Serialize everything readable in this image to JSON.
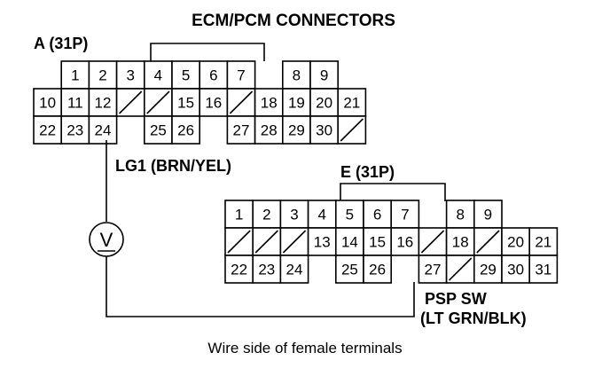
{
  "title": "ECM/PCM CONNECTORS",
  "caption": "Wire side of female terminals",
  "meter_symbol": "V",
  "connector_a": {
    "label": "A (31P)",
    "wire_label": "LG1 (BRN/YEL)",
    "rows": [
      [
        "1",
        "2",
        "3",
        "4",
        "5",
        "6",
        "7",
        null,
        "8",
        "9"
      ],
      [
        "10",
        "11",
        "12",
        "/",
        "/",
        "15",
        "16",
        "/",
        "18",
        "19",
        "20",
        "21"
      ],
      [
        "22",
        "23",
        "24",
        null,
        "25",
        "26",
        null,
        "27",
        "28",
        "29",
        "30",
        "/"
      ]
    ]
  },
  "connector_e": {
    "label": "E (31P)",
    "wire_label_line1": "PSP SW",
    "wire_label_line2": "(LT GRN/BLK)",
    "rows": [
      [
        "1",
        "2",
        "3",
        "4",
        "5",
        "6",
        "7",
        null,
        "8",
        "9"
      ],
      [
        "/",
        "/",
        "/",
        "13",
        "14",
        "15",
        "16",
        "/",
        "18",
        "/",
        "20",
        "21"
      ],
      [
        "22",
        "23",
        "24",
        null,
        "25",
        "26",
        null,
        "27",
        "/",
        "29",
        "30",
        "31"
      ]
    ]
  }
}
